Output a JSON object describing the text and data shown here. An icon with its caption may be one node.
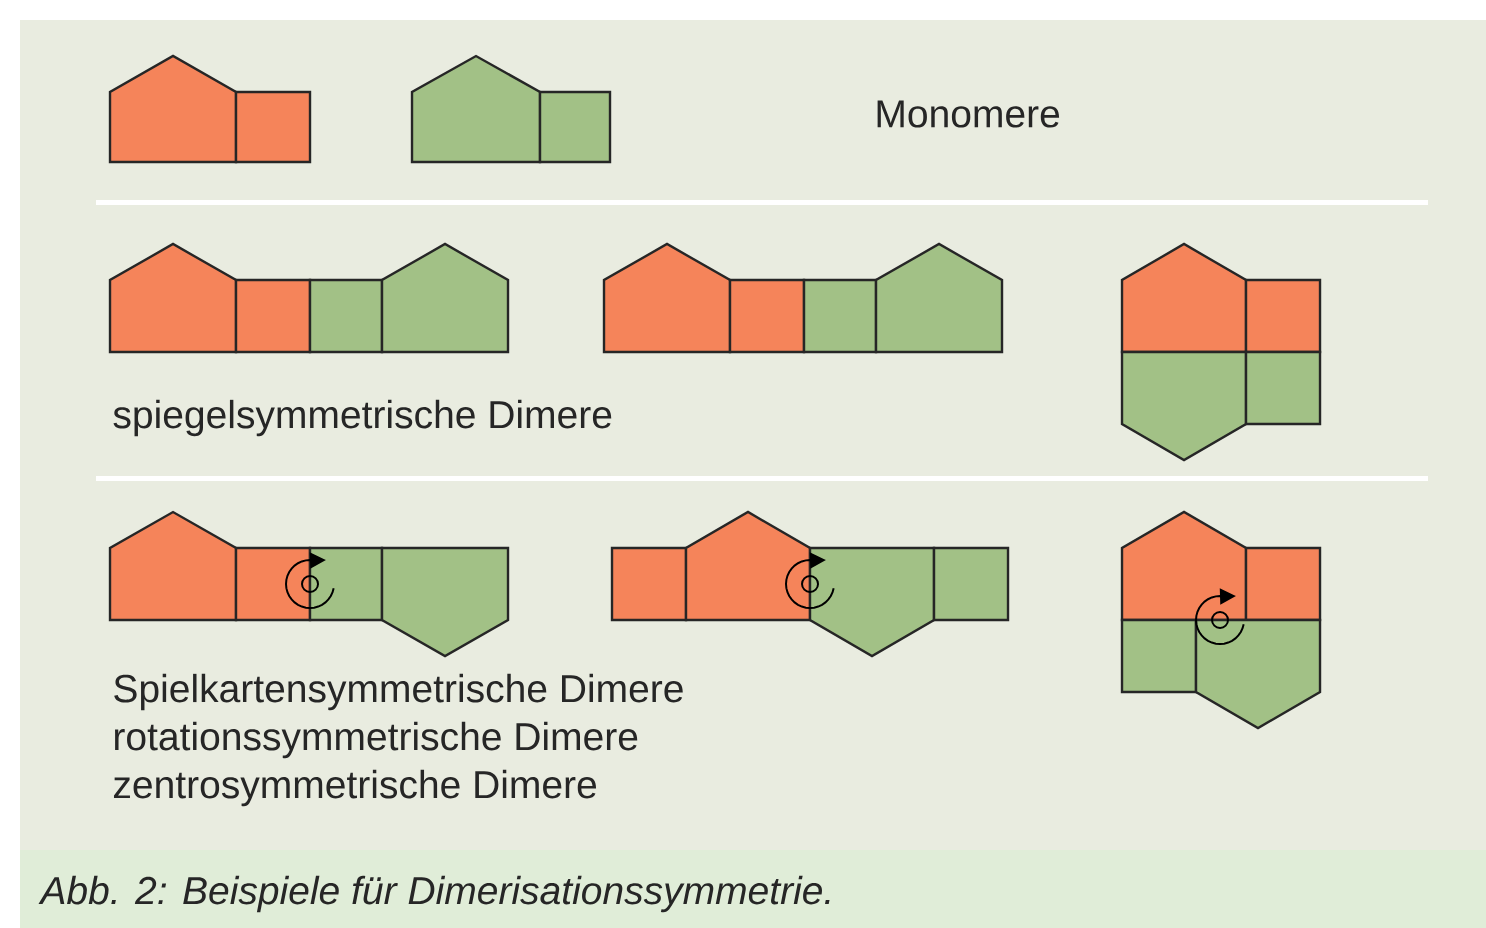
{
  "diagram": {
    "caption": "Abb. 2: Beispiele für Dimerisationssymmetrie.",
    "labels": [
      "Monomere",
      "spiegelsymmetrische Dimere",
      "Spielkartensymmetrische Dimere",
      "rotationssymmetrische Dimere",
      "zentrosymmetrische Dimere"
    ]
  }
}
